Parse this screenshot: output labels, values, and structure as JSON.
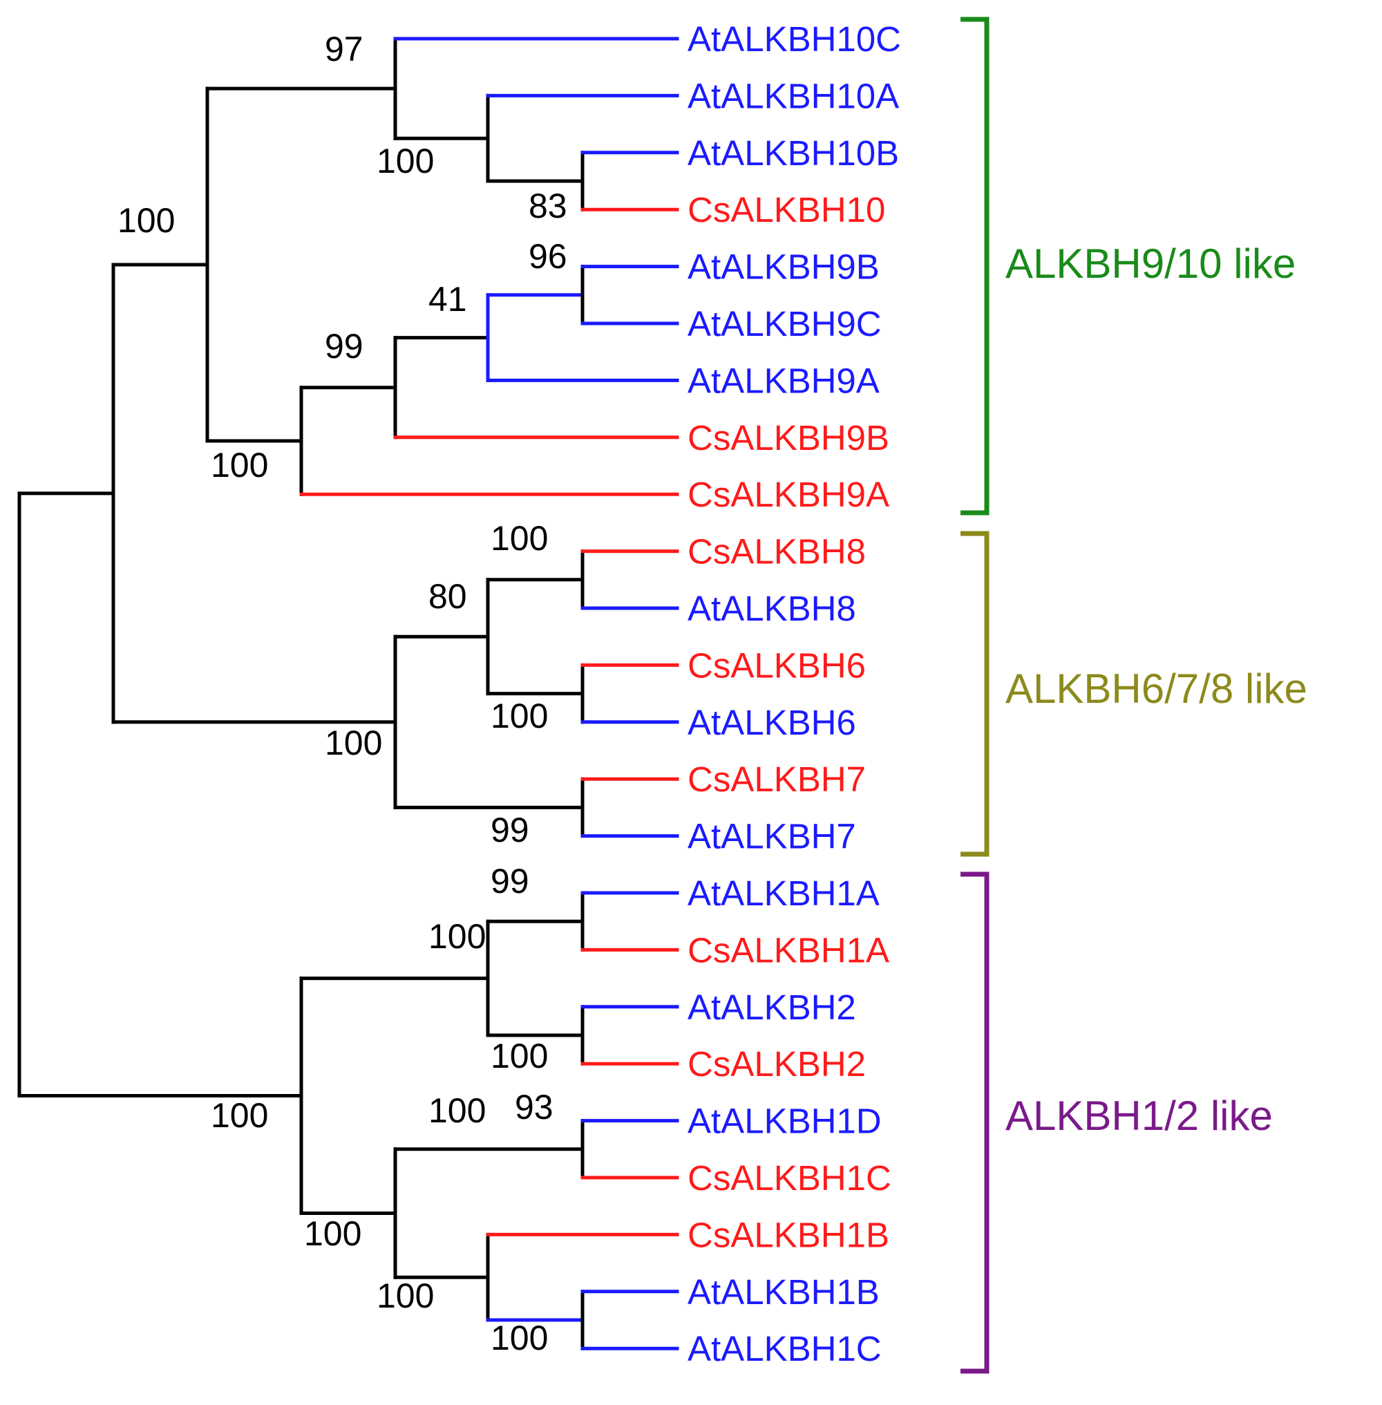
{
  "colors": {
    "arabidopsis": "#1a1aff",
    "cucumis": "#ff1a1a",
    "internal": "#000000",
    "clade_9_10": "#1a8a1a",
    "clade_6_7_8": "#8c8a1c",
    "clade_1_2": "#7a1a8a"
  },
  "leaves": [
    {
      "label": "AtALKBH10C",
      "species": "arabidopsis"
    },
    {
      "label": "AtALKBH10A",
      "species": "arabidopsis"
    },
    {
      "label": "AtALKBH10B",
      "species": "arabidopsis"
    },
    {
      "label": "CsALKBH10",
      "species": "cucumis"
    },
    {
      "label": "AtALKBH9B",
      "species": "arabidopsis"
    },
    {
      "label": "AtALKBH9C",
      "species": "arabidopsis"
    },
    {
      "label": "AtALKBH9A",
      "species": "arabidopsis"
    },
    {
      "label": "CsALKBH9B",
      "species": "cucumis"
    },
    {
      "label": "CsALKBH9A",
      "species": "cucumis"
    },
    {
      "label": "CsALKBH8",
      "species": "cucumis"
    },
    {
      "label": "AtALKBH8",
      "species": "arabidopsis"
    },
    {
      "label": "CsALKBH6",
      "species": "cucumis"
    },
    {
      "label": "AtALKBH6",
      "species": "arabidopsis"
    },
    {
      "label": "CsALKBH7",
      "species": "cucumis"
    },
    {
      "label": "AtALKBH7",
      "species": "arabidopsis"
    },
    {
      "label": "AtALKBH1A",
      "species": "arabidopsis"
    },
    {
      "label": "CsALKBH1A",
      "species": "cucumis"
    },
    {
      "label": "AtALKBH2",
      "species": "arabidopsis"
    },
    {
      "label": "CsALKBH2",
      "species": "cucumis"
    },
    {
      "label": "AtALKBH1D",
      "species": "arabidopsis"
    },
    {
      "label": "CsALKBH1C",
      "species": "cucumis"
    },
    {
      "label": "CsALKBH1B",
      "species": "cucumis"
    },
    {
      "label": "AtALKBH1B",
      "species": "arabidopsis"
    },
    {
      "label": "AtALKBH1C",
      "species": "arabidopsis"
    }
  ],
  "bootstrap": [
    "97",
    "100",
    "83",
    "100",
    "96",
    "41",
    "99",
    "100",
    "100",
    "80",
    "100",
    "100",
    "99",
    "100",
    "99",
    "100",
    "100",
    "93",
    "100",
    "100",
    "100",
    "100"
  ],
  "clades": [
    {
      "label": "ALKBH9/10  like",
      "color_key": "clade_9_10"
    },
    {
      "label": "ALKBH6/7/8  like",
      "color_key": "clade_6_7_8"
    },
    {
      "label": "ALKBH1/2  like",
      "color_key": "clade_1_2"
    }
  ]
}
